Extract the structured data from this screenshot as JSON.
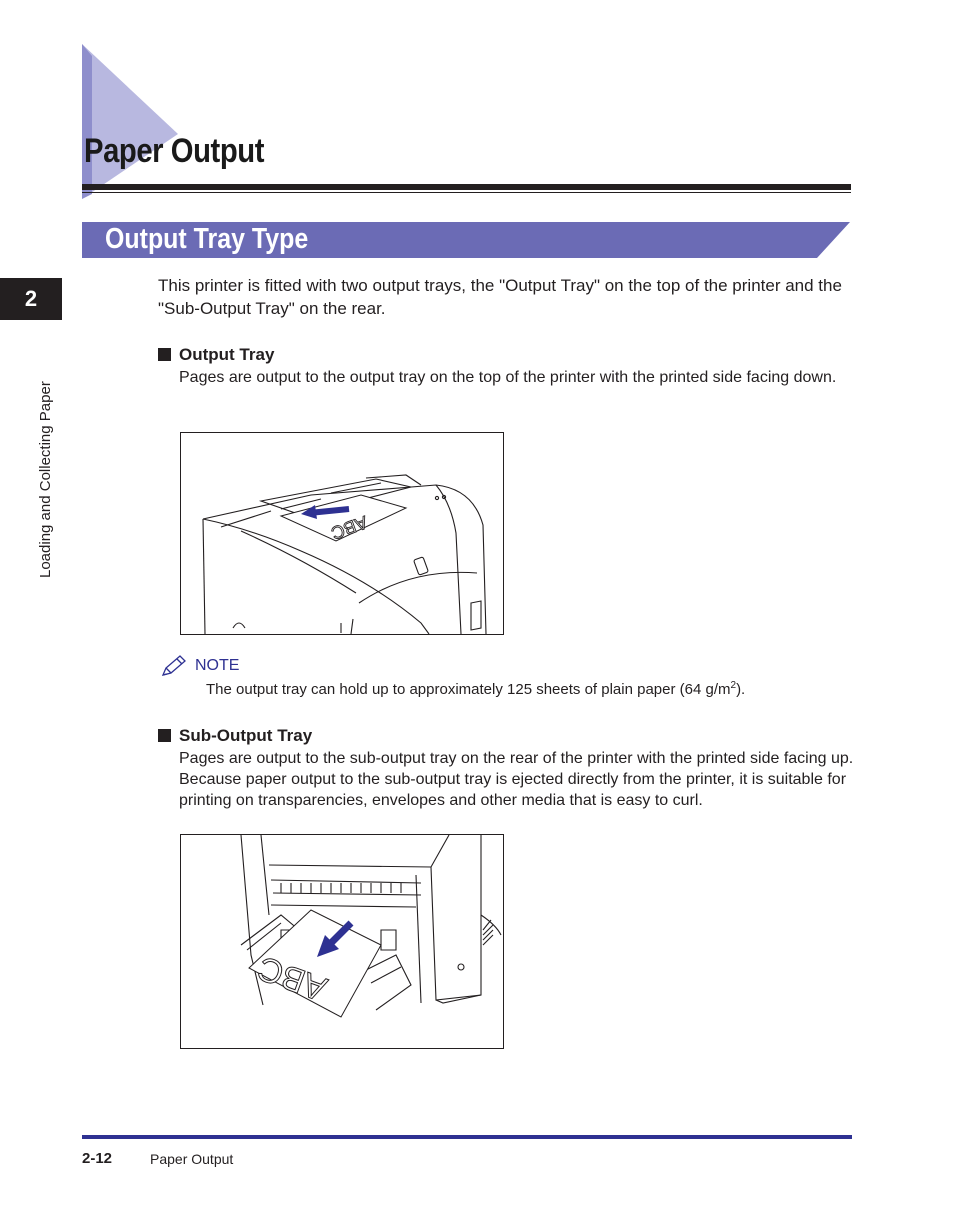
{
  "chapter": {
    "title": "Paper Output",
    "tab_number": "2",
    "side_label": "Loading and Collecting Paper"
  },
  "section": {
    "title": "Output Tray Type",
    "intro": "This printer is fitted with two output trays, the \"Output Tray\" on the top of the printer and the \"Sub-Output Tray\" on the rear."
  },
  "output_tray": {
    "heading": "Output Tray",
    "description": "Pages are output to the output tray on the top of the printer with the printed side facing down.",
    "illustration_label": "ABC"
  },
  "note": {
    "label": "NOTE",
    "text_before": "The output tray can hold up to approximately 125 sheets of plain paper (64 g/m",
    "superscript": "2",
    "text_after": ")."
  },
  "sub_output_tray": {
    "heading": "Sub-Output Tray",
    "description": "Pages are output to the sub-output tray on the rear of the printer with the printed side facing up. Because paper output to the sub-output tray is ejected directly from the printer, it is suitable for printing on transparencies, envelopes and other media that is easy to curl.",
    "illustration_label": "ABC"
  },
  "footer": {
    "page_number": "2-12",
    "title": "Paper Output"
  },
  "colors": {
    "accent_blue": "#6b6bb5",
    "triangle_light": "#b8b8e0",
    "triangle_dark": "#8e8ecc",
    "footer_rule": "#2e3192",
    "arrow_blue": "#2e3192"
  }
}
